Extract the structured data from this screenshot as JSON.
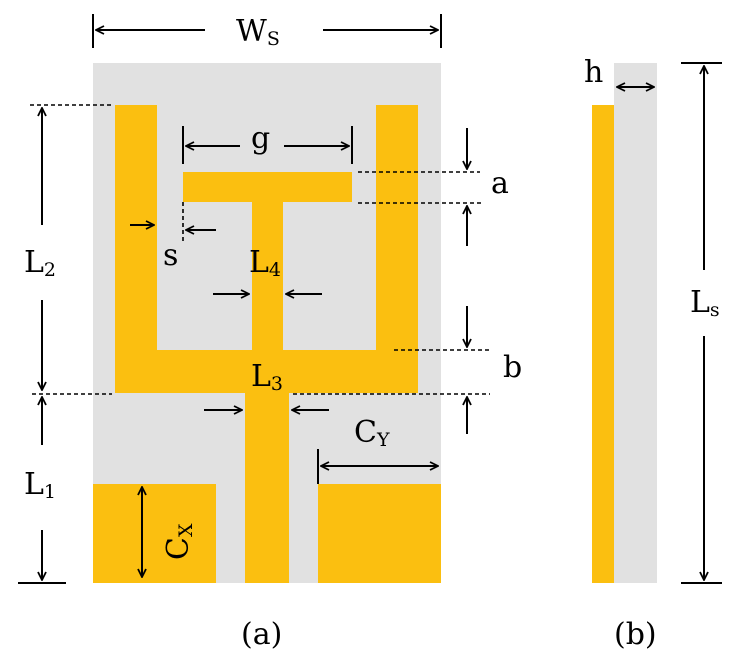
{
  "colors": {
    "substrate": "#e1e1e1",
    "copper": "#fbbf10",
    "line": "#000000",
    "background": "#ffffff"
  },
  "labels": {
    "ws": {
      "main": "W",
      "sub": "S"
    },
    "g": "g",
    "a": "a",
    "s": "s",
    "l4": {
      "main": "L",
      "sub": "4"
    },
    "l2": {
      "main": "L",
      "sub": "2"
    },
    "l3": {
      "main": "L",
      "sub": "3"
    },
    "b": "b",
    "l1": {
      "main": "L",
      "sub": "1"
    },
    "cy": {
      "main": "C",
      "sub": "Y"
    },
    "cx": {
      "main": "C",
      "sub": "X"
    },
    "h": "h",
    "ls": {
      "main": "L",
      "sub": "s"
    }
  },
  "captions": {
    "front_view": "(a)",
    "side_view": "(b)"
  }
}
